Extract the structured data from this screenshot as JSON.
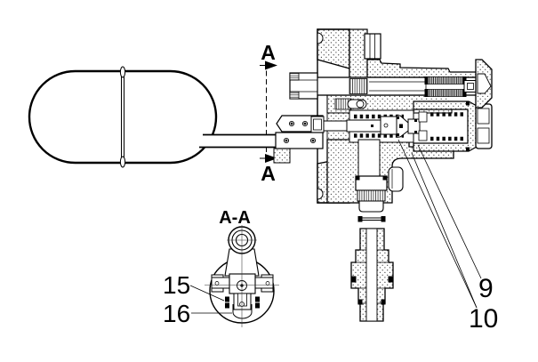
{
  "diagram": {
    "background": "#ffffff",
    "ink": "#000000",
    "section_markers": {
      "top": "A",
      "bottom": "A"
    },
    "detail_view_title": "A-A",
    "callouts": {
      "label_9": "9",
      "label_10": "10",
      "label_15": "15",
      "label_16": "16"
    },
    "components": {
      "float": "float-icon",
      "float_rod": "float-rod-icon",
      "section_line": "section-cut-line-icon",
      "valve_body": "valve-cross-section-icon",
      "inlet_fitting": "threaded-fitting-icon",
      "detail_view": "detail-section-a-a-icon"
    }
  }
}
